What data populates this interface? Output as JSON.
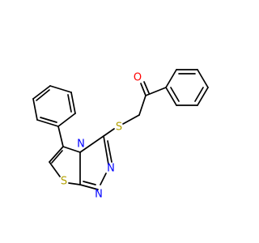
{
  "molecule": {
    "atoms": [
      {
        "id": "S1",
        "label": "S",
        "color": "#b2a000"
      },
      {
        "id": "S2",
        "label": "S",
        "color": "#b2a000"
      },
      {
        "id": "O",
        "label": "O",
        "color": "#ff0000"
      },
      {
        "id": "N1",
        "label": "N",
        "color": "#0000ff"
      },
      {
        "id": "N2",
        "label": "N",
        "color": "#0000ff"
      },
      {
        "id": "N3",
        "label": "N",
        "color": "#0000ff"
      }
    ]
  }
}
